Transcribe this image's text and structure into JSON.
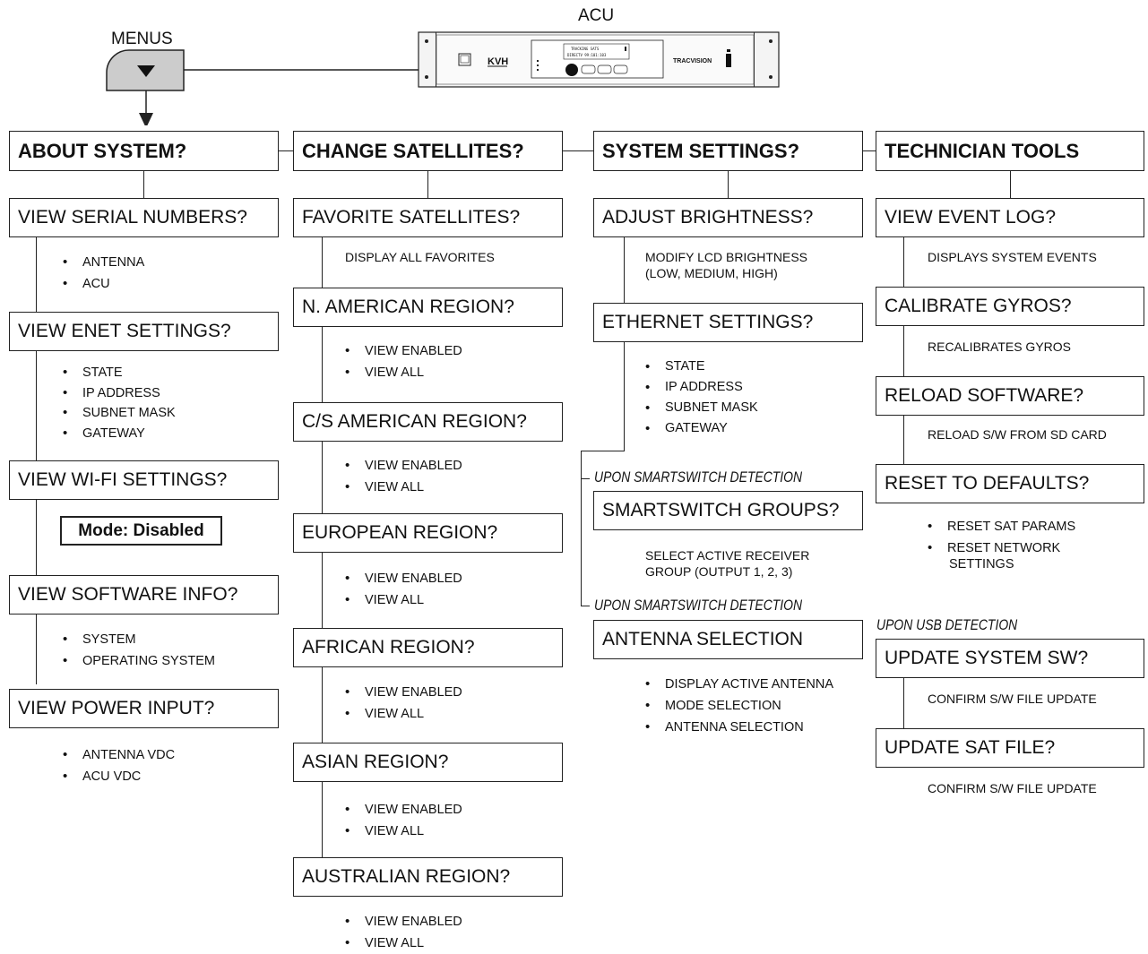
{
  "top": {
    "acu_label": "ACU",
    "menus_label": "MENUS",
    "menus_button_icon": "down-triangle-icon",
    "device": {
      "brand": "KVH",
      "product": "TRACVISION",
      "lcd_line1": "TRACKING SATS",
      "lcd_line2": "DIRECTV 99:101:103"
    }
  },
  "columns": [
    {
      "header": "ABOUT SYSTEM?",
      "items": [
        {
          "label": "VIEW SERIAL NUMBERS?",
          "bullets": [
            "ANTENNA",
            "ACU"
          ]
        },
        {
          "label": "VIEW ENET SETTINGS?",
          "bullets": [
            "STATE",
            "IP ADDRESS",
            "SUBNET MASK",
            "GATEWAY"
          ]
        },
        {
          "label": "VIEW WI-FI SETTINGS?",
          "mode": "Mode: Disabled"
        },
        {
          "label": "VIEW SOFTWARE INFO?",
          "bullets": [
            "SYSTEM",
            "OPERATING SYSTEM"
          ]
        },
        {
          "label": "VIEW POWER INPUT?",
          "bullets": [
            "ANTENNA VDC",
            "ACU VDC"
          ]
        }
      ]
    },
    {
      "header": "CHANGE SATELLITES?",
      "items": [
        {
          "label": "FAVORITE SATELLITES?",
          "note": "DISPLAY ALL FAVORITES"
        },
        {
          "label": "N. AMERICAN REGION?",
          "bullets": [
            "VIEW ENABLED",
            "VIEW ALL"
          ]
        },
        {
          "label": "C/S AMERICAN REGION?",
          "bullets": [
            "VIEW ENABLED",
            "VIEW ALL"
          ]
        },
        {
          "label": "EUROPEAN REGION?",
          "bullets": [
            "VIEW ENABLED",
            "VIEW ALL"
          ]
        },
        {
          "label": "AFRICAN REGION?",
          "bullets": [
            "VIEW ENABLED",
            "VIEW ALL"
          ]
        },
        {
          "label": "ASIAN REGION?",
          "bullets": [
            "VIEW ENABLED",
            "VIEW ALL"
          ]
        },
        {
          "label": "AUSTRALIAN REGION?",
          "bullets": [
            "VIEW ENABLED",
            "VIEW ALL"
          ]
        }
      ]
    },
    {
      "header": "SYSTEM SETTINGS?",
      "items": [
        {
          "label": "ADJUST BRIGHTNESS?",
          "note_lines": [
            "MODIFY LCD BRIGHTNESS",
            "(LOW, MEDIUM, HIGH)"
          ]
        },
        {
          "label": "ETHERNET SETTINGS?",
          "bullets": [
            "STATE",
            "IP ADDRESS",
            "SUBNET MASK",
            "GATEWAY"
          ]
        },
        {
          "condition": "UPON SMARTSWITCH DETECTION",
          "label": "SMARTSWITCH GROUPS?",
          "note_lines": [
            "SELECT ACTIVE RECEIVER",
            "GROUP (OUTPUT 1, 2, 3)"
          ]
        },
        {
          "condition": "UPON SMARTSWITCH DETECTION",
          "label": "ANTENNA SELECTION",
          "bullets": [
            "DISPLAY ACTIVE ANTENNA",
            "MODE SELECTION",
            "ANTENNA SELECTION"
          ]
        }
      ]
    },
    {
      "header": "TECHNICIAN TOOLS",
      "items": [
        {
          "label": "VIEW EVENT LOG?",
          "note": "DISPLAYS SYSTEM EVENTS"
        },
        {
          "label": "CALIBRATE GYROS?",
          "note": "RECALIBRATES GYROS"
        },
        {
          "label": "RELOAD SOFTWARE?",
          "note": "RELOAD S/W FROM SD CARD"
        },
        {
          "label": "RESET TO DEFAULTS?",
          "bullets": [
            "RESET SAT PARAMS",
            "RESET NETWORK",
            "SETTINGS"
          ]
        },
        {
          "condition": "UPON USB DETECTION",
          "label": "UPDATE SYSTEM SW?",
          "note": "CONFIRM S/W FILE UPDATE"
        },
        {
          "label": "UPDATE SAT FILE?",
          "note": "CONFIRM S/W FILE UPDATE"
        }
      ]
    }
  ]
}
